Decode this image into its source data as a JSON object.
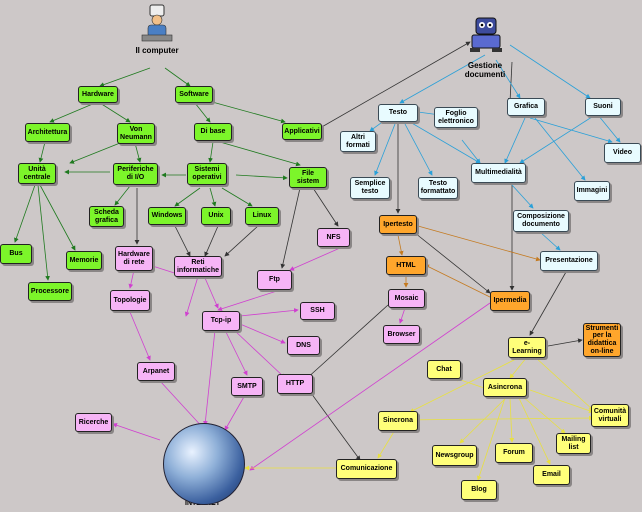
{
  "titles": {
    "computer": "Il computer",
    "gestione": "Gestione documenti",
    "internet": "INTERNET"
  },
  "nodes": {
    "hardware": "Hardware",
    "software": "Software",
    "architettura": "Architettura",
    "von_neumann": "Von Neumann",
    "di_base": "Di base",
    "applicativi": "Applicativi",
    "unita_centrale": "Unità centrale",
    "periferiche": "Periferiche di I/O",
    "sistemi_operativi": "Sistemi operativi",
    "file_sistem": "File sistem",
    "scheda_grafica": "Scheda grafica",
    "windows": "Windows",
    "unix": "Unix",
    "linux": "Linux",
    "bus": "Bus",
    "memorie": "Memorie",
    "processore": "Processore",
    "hardware_rete": "Hardware di rete",
    "reti_informatiche": "Reti informatiche",
    "nfs": "NFS",
    "topologie": "Topologie",
    "ftp": "Ftp",
    "tcp_ip": "Tcp-ip",
    "ssh": "SSH",
    "dns": "DNS",
    "arpanet": "Arpanet",
    "smtp": "SMTP",
    "http": "HTTP",
    "ricerche": "Ricerche",
    "testo": "Testo",
    "foglio_elettronico": "Foglio elettronico",
    "grafica": "Grafica",
    "suoni": "Suoni",
    "altri_formati": "Altri formati",
    "video": "Video",
    "semplice_testo": "Semplice testo",
    "testo_formattato": "Testo formattato",
    "multimedialita": "Multimedialità",
    "immagini": "Immagini",
    "composizione_documento": "Composizione documento",
    "ipertesto": "Ipertesto",
    "html": "HTML",
    "presentazione": "Presentazione",
    "mosaic": "Mosaic",
    "ipermedia": "Ipermedia",
    "browser": "Browser",
    "strumenti": "Strumenti per la didattica on-line",
    "elearning": "e-Learning",
    "chat": "Chat",
    "asincrona": "Asincrona",
    "sincrona": "Sincrona",
    "comunita_virtuali": "Comunità virtuali",
    "newsgroup": "Newsgroup",
    "forum": "Forum",
    "mailing_list": "Mailing list",
    "email": "Email",
    "blog": "Blog",
    "comunicazione": "Comunicazione"
  },
  "colors": {
    "background": "#cdc8c8",
    "computer_nodes": "#7cf52a",
    "document_nodes": "#e8fbff",
    "network_nodes": "#f6b4f6",
    "hypertext_nodes": "#ffa62c",
    "elearning_nodes": "#ffff7a",
    "edge_green": "#1f7a1f",
    "edge_blue": "#2aa0d8",
    "edge_magenta": "#d040d0",
    "edge_yellow": "#e8e040",
    "edge_dark": "#333333"
  }
}
